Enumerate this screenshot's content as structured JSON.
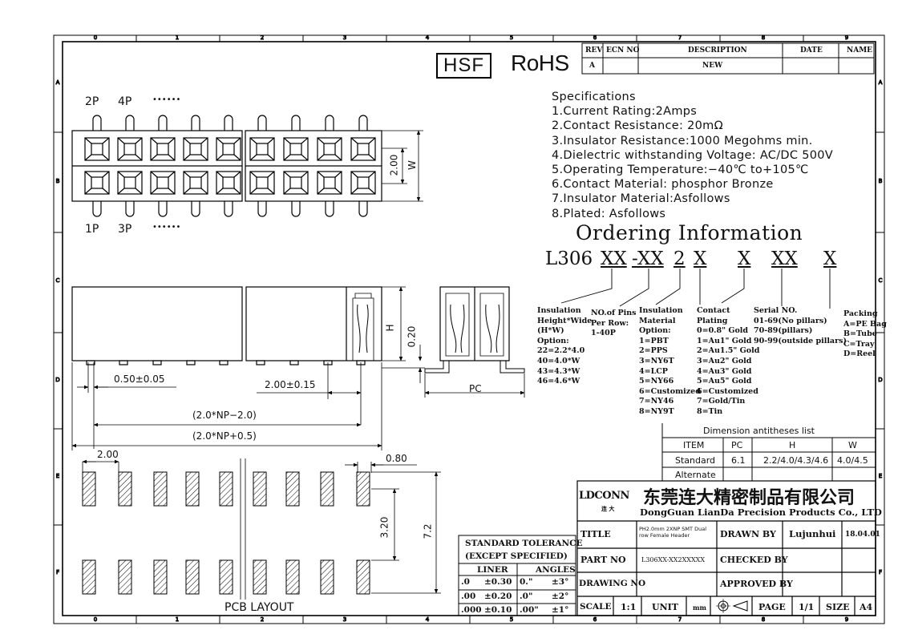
{
  "border": {
    "cols": [
      "0",
      "1",
      "2",
      "3",
      "4",
      "5",
      "6",
      "7",
      "8",
      "9"
    ],
    "rows": [
      "A",
      "B",
      "C",
      "D",
      "E",
      "F"
    ]
  },
  "logos": {
    "hsf": "HSF",
    "rohs": "RoHS"
  },
  "revision_table": {
    "headers": [
      "REV",
      "ECN NO",
      "DESCRIPTION",
      "DATE",
      "NAME"
    ],
    "row": [
      "A",
      "",
      "NEW",
      "",
      ""
    ]
  },
  "specifications": {
    "title": "Specifications",
    "items": [
      "1.Current  Rating:2Amps",
      "2.Contact  Resistance:  20mΩ",
      "3.Insulator  Resistance:1000  Megohms  min.",
      "4.Dielectric  withstanding  Voltage:  AC/DC  500V",
      "5.Operating  Temperature:−40℃  to+105℃",
      "6.Contact  Material:  phosphor  Bronze",
      "7.Insulator  Material:Asfollows",
      "8.Plated:  Asfollows"
    ]
  },
  "ordering": {
    "title": "Ordering  Information",
    "prefix": "L306",
    "codes": [
      "XX",
      "-XX",
      "2",
      "X",
      "X",
      "XX",
      "X"
    ],
    "insulation_height": [
      "Insulation",
      "Height*Wide",
      "(H*W)",
      "Option:",
      "22=2.2*4.0",
      "40=4.0*W",
      "43=4.3*W",
      "46=4.6*W"
    ],
    "pins": [
      "NO.of Pins",
      "Per Row:",
      "1-40P"
    ],
    "insulation_material": [
      "Insulation",
      "Material",
      "Option:",
      "1=PBT",
      "2=PPS",
      "3=NY6T",
      "4=LCP",
      "5=NY66",
      "6=Customized",
      "7=NY46",
      "8=NY9T"
    ],
    "contact_plating": [
      "Contact",
      "Plating",
      "0=0.8\" Gold",
      "1=Au1\" Gold",
      "2=Au1.5\" Gold",
      "3=Au2\" Gold",
      "4=Au3\" Gold",
      "5=Au5\" Gold",
      "6=Customized",
      "7=Gold/Tin",
      "8=Tin"
    ],
    "serial": [
      "Serial NO.",
      "01-69(No pillars)",
      "70-89(pillars)",
      "90-99(outside pillars)"
    ],
    "packing": [
      "Packing",
      "A=PE Bag",
      "B=Tube",
      "C=Tray",
      "D=Reel"
    ]
  },
  "top_view": {
    "label_2p": "2P",
    "label_4p": "4P",
    "dots": "••••••",
    "label_1p": "1P",
    "label_3p": "3P",
    "dim_200": "2.00",
    "dim_w": "W"
  },
  "side_view": {
    "dim_pin": "0.50±0.05",
    "dim_pitch": "2.00±0.15",
    "dim_a": "(2.0*NP−2.0)",
    "dim_b": "(2.0*NP+0.5)",
    "dim_h": "H",
    "dim_020": "0.20",
    "dim_pc": "PC"
  },
  "pcb_layout": {
    "title": "PCB  LAYOUT",
    "dim_200": "2.00",
    "dim_080": "0.80",
    "dim_320": "3.20",
    "dim_72": "7.2"
  },
  "dimension_list": {
    "title": "Dimension  antitheses  list",
    "headers": [
      "ITEM",
      "PC",
      "H",
      "W"
    ],
    "rows": [
      [
        "Standard",
        "6.1",
        "2.2/4.0/4.3/4.6",
        "4.0/4.5"
      ],
      [
        "Alternate",
        "",
        "",
        ""
      ]
    ]
  },
  "company": {
    "logo": "LDCONN",
    "logo_sub": "连 大",
    "name_cn": "东莞连大精密制品有限公司",
    "name_en": "DongGuan LianDa Precision Products Co., LTD"
  },
  "title_block": {
    "title_label": "TITLE",
    "title_value": "PH2.0mm 2XNP SMT Dual row Female Header",
    "drawn_label": "DRAWN BY",
    "drawn_value": "Lujunhui",
    "date_value": "18.04.01",
    "part_label": "PART NO",
    "part_value": "L306XX-XX2XXXXX",
    "checked_label": "CHECKED BY",
    "drawing_label": "DRAWING NO",
    "approved_label": "APPROVED BY",
    "scale_label": "SCALE",
    "scale_value": "1:1",
    "unit_label": "UNIT",
    "unit_value": "mm",
    "page_label": "PAGE",
    "page_value": "1/1",
    "size_label": "SIZE",
    "size_value": "A4"
  },
  "tolerance": {
    "title1": "STANDARD  TOLERANCE",
    "title2": "(EXCEPT  SPECIFIED)",
    "liner": "LINER",
    "angles": "ANGLES",
    "rows": [
      [
        ".0",
        "±0.30",
        "0.\"",
        "±3°"
      ],
      [
        ".00",
        "±0.20",
        ".0\"",
        "±2°"
      ],
      [
        ".000",
        "±0.10",
        ".00\"",
        "±1°"
      ]
    ]
  }
}
